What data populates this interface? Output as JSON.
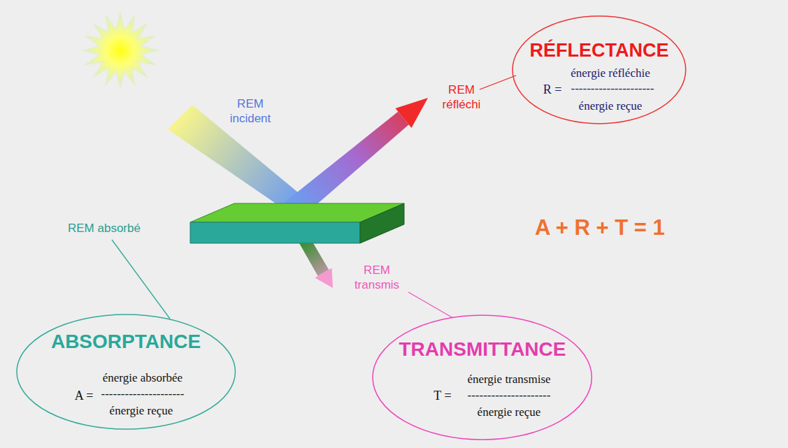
{
  "diagram": {
    "nodes": [
      {
        "text": [
          "RÉFLECTANCE",
          "R =",
          "énergie réfléchie",
          "---------------------",
          "énergie reçue"
        ]
      },
      {
        "text": [
          "ABSORPTANCE",
          "A =",
          "énergie absorbée",
          "---------------------",
          "énergie reçue"
        ]
      },
      {
        "text": [
          "TRANSMITTANCE",
          "T =",
          "énergie transmise",
          "---------------------",
          "énergie reçue"
        ]
      }
    ],
    "labels": [
      "REM incident",
      "REM réfléchi",
      "REM absorbé",
      "REM transmis",
      "A + R + T = 1"
    ]
  }
}
